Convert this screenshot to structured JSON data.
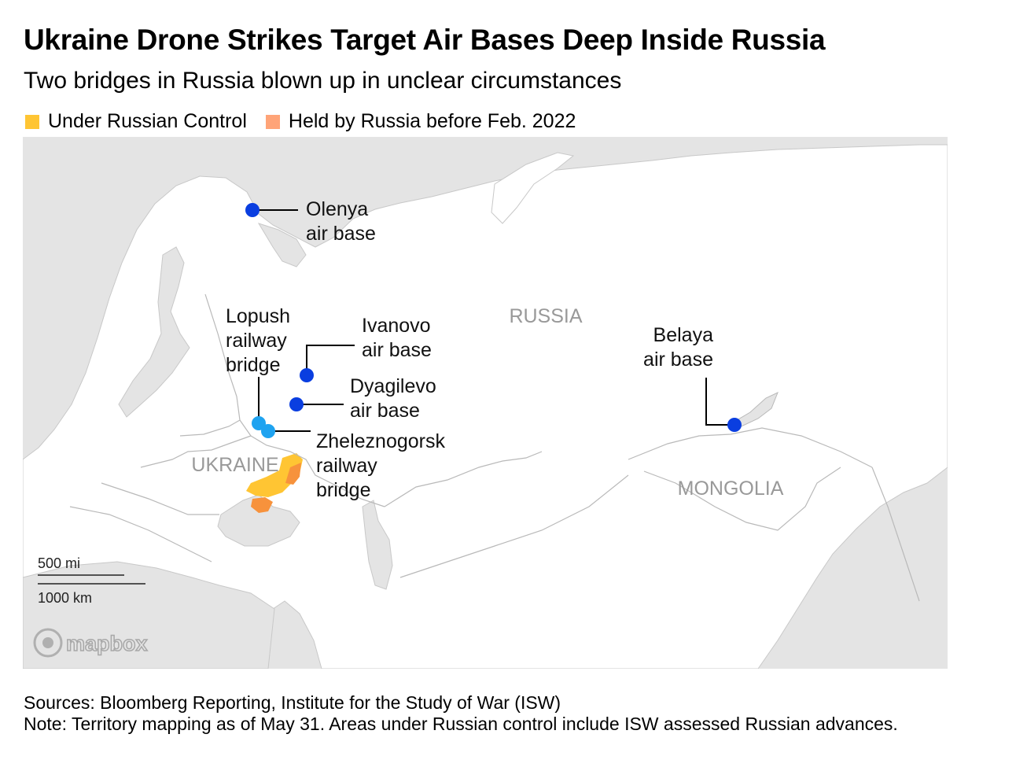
{
  "header": {
    "title": "Ukraine Drone Strikes Target Air Bases Deep Inside Russia",
    "subtitle": "Two bridges in Russia blown up in unclear circumstances"
  },
  "legend": [
    {
      "label": "Under Russian Control",
      "color": "#ffc533"
    },
    {
      "label": "Held by Russia before Feb. 2022",
      "color": "#ffa478"
    }
  ],
  "map": {
    "country_labels": {
      "russia": "RUSSIA",
      "ukraine": "UKRAINE",
      "mongolia": "MONGOLIA"
    },
    "markers": {
      "olenya": {
        "line1": "Olenya",
        "line2": "air base"
      },
      "ivanovo": {
        "line1": "Ivanovo",
        "line2": "air base"
      },
      "dyagilevo": {
        "line1": "Dyagilevo",
        "line2": "air base"
      },
      "belaya": {
        "line1": "Belaya",
        "line2": "air base"
      },
      "lopush": {
        "line1": "Lopush",
        "line2": "railway",
        "line3": "bridge"
      },
      "zheleznogorsk": {
        "line1": "Zheleznogorsk",
        "line2": "railway",
        "line3": "bridge"
      }
    },
    "scale": {
      "miles": "500 mi",
      "km": "1000 km"
    },
    "attribution": "mapbox",
    "colors": {
      "air_base": "#0a3ee0",
      "bridge": "#1fa3f0",
      "land": "#ffffff",
      "water": "#e4e4e4",
      "border": "#b9b9b9"
    }
  },
  "footer": {
    "sources": "Sources: Bloomberg Reporting, Institute for the Study of War (ISW)",
    "note": "Note: Territory mapping as of May 31. Areas under Russian control include ISW assessed Russian advances."
  }
}
